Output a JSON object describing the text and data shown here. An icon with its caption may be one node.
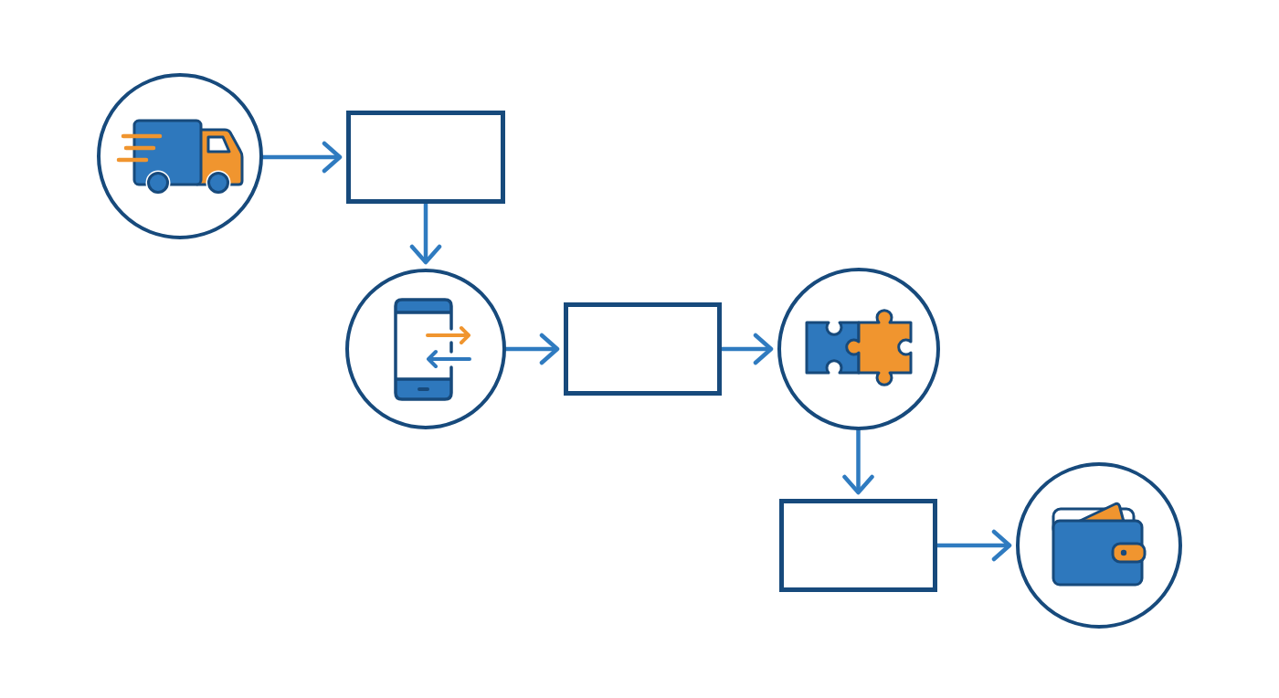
{
  "diagram": {
    "nodes": [
      {
        "text": [],
        "shape": "circle"
      },
      {
        "text": [],
        "shape": "box"
      },
      {
        "text": [],
        "shape": "circle"
      },
      {
        "text": [],
        "shape": "box"
      },
      {
        "text": [],
        "shape": "circle"
      },
      {
        "text": [],
        "shape": "box"
      },
      {
        "text": [],
        "shape": "circle"
      }
    ],
    "edges": [
      {
        "from": 0,
        "to": 1,
        "arrow": "to"
      },
      {
        "from": 1,
        "to": 2,
        "arrow": "to"
      },
      {
        "from": 2,
        "to": 3,
        "arrow": "to"
      },
      {
        "from": 3,
        "to": 4,
        "arrow": "to"
      },
      {
        "from": 4,
        "to": 5,
        "arrow": "to"
      },
      {
        "from": 5,
        "to": 6,
        "arrow": "to"
      }
    ]
  }
}
